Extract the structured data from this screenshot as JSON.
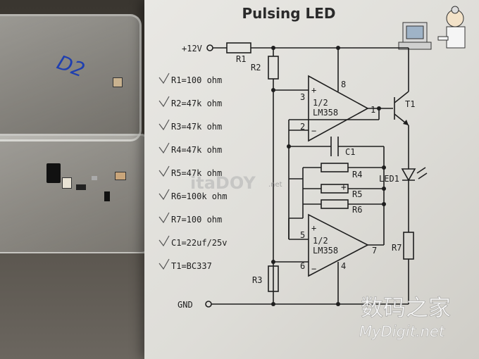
{
  "title": "Pulsing LED",
  "handwritten_mark": "D2",
  "parts_list": [
    "R1=100 ohm",
    "R2=47k ohm",
    "R3=47k ohm",
    "R4=47k ohm",
    "R5=47k ohm",
    "R6=100k ohm",
    "R7=100 ohm",
    "C1=22uf/25v",
    "T1=BC337"
  ],
  "labels": {
    "supply": "+12V",
    "ground": "GND",
    "r1": "R1",
    "r2": "R2",
    "r3": "R3",
    "r4": "R4",
    "r5": "R5",
    "r6": "R6",
    "r7": "R7",
    "c1": "C1",
    "t1": "T1",
    "led1": "LED1",
    "opamp_top_half": "1/2",
    "opamp_top_name": "LM358",
    "opamp_bot_half": "1/2",
    "opamp_bot_name": "LM358",
    "pin3": "3",
    "pin2": "2",
    "pin8": "8",
    "pin1": "1",
    "pin5": "5",
    "pin6": "6",
    "pin4": "4",
    "pin7": "7",
    "plus_top": "+",
    "minus_top": "−",
    "plus_bot": "+",
    "minus_bot": "−",
    "cap_plus": "+"
  },
  "watermarks": {
    "itadoy": "itaDOY",
    "itadoy_suffix": ".net",
    "mydigit_cn": "数码之家",
    "mydigit_en": "MyDigit.net"
  },
  "colors": {
    "paper": "#e6e5e1",
    "ink": "#222222",
    "pencil": "#555555",
    "marker_blue": "#1f3fb0"
  }
}
